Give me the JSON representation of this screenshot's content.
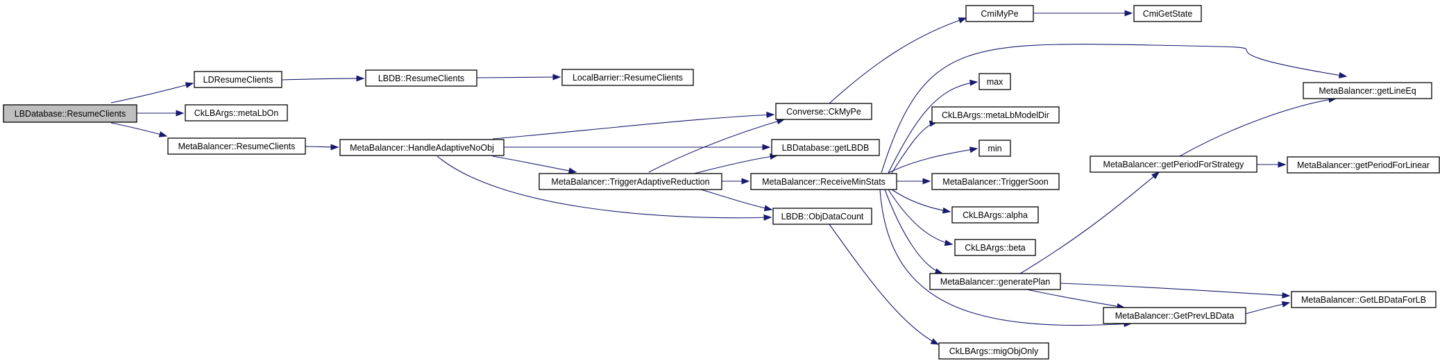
{
  "diagram": {
    "nodes": [
      {
        "id": "root",
        "label": "LBDatabase::ResumeClients",
        "root": true
      },
      {
        "id": "ldresume",
        "label": "LDResumeClients"
      },
      {
        "id": "lbdbresume",
        "label": "LBDB::ResumeClients"
      },
      {
        "id": "localbarrier",
        "label": "LocalBarrier::ResumeClients"
      },
      {
        "id": "metalbon",
        "label": "CkLBArgs::metaLbOn"
      },
      {
        "id": "mbresume",
        "label": "MetaBalancer::ResumeClients"
      },
      {
        "id": "handleadaptive",
        "label": "MetaBalancer::HandleAdaptiveNoObj"
      },
      {
        "id": "triggeradaptive",
        "label": "MetaBalancer::TriggerAdaptiveReduction"
      },
      {
        "id": "ckmype",
        "label": "Converse::CkMyPe"
      },
      {
        "id": "cmimype",
        "label": "CmiMyPe"
      },
      {
        "id": "cmigetstate",
        "label": "CmiGetState"
      },
      {
        "id": "getlbdb",
        "label": "LBDatabase::getLBDB"
      },
      {
        "id": "receiveminstats",
        "label": "MetaBalancer::ReceiveMinStats"
      },
      {
        "id": "objdatacount",
        "label": "LBDB::ObjDataCount"
      },
      {
        "id": "migobjonly",
        "label": "CkLBArgs::migObjOnly"
      },
      {
        "id": "max",
        "label": "max"
      },
      {
        "id": "metalbmodeldir",
        "label": "CkLBArgs::metaLbModelDir"
      },
      {
        "id": "min",
        "label": "min"
      },
      {
        "id": "triggersoon",
        "label": "MetaBalancer::TriggerSoon"
      },
      {
        "id": "alpha",
        "label": "CkLBArgs::alpha"
      },
      {
        "id": "beta",
        "label": "CkLBArgs::beta"
      },
      {
        "id": "generateplan",
        "label": "MetaBalancer::generatePlan"
      },
      {
        "id": "getprevlbdata",
        "label": "MetaBalancer::GetPrevLBData"
      },
      {
        "id": "getlineeq",
        "label": "MetaBalancer::getLineEq"
      },
      {
        "id": "getperiodforstrategy",
        "label": "MetaBalancer::getPeriodForStrategy"
      },
      {
        "id": "getperiodforlinear",
        "label": "MetaBalancer::getPeriodForLinear"
      },
      {
        "id": "getlbdataforlb",
        "label": "MetaBalancer::GetLBDataForLB"
      }
    ],
    "edges": [
      {
        "from": "root",
        "to": "ldresume"
      },
      {
        "from": "root",
        "to": "metalbon"
      },
      {
        "from": "root",
        "to": "mbresume"
      },
      {
        "from": "ldresume",
        "to": "lbdbresume"
      },
      {
        "from": "lbdbresume",
        "to": "localbarrier"
      },
      {
        "from": "mbresume",
        "to": "handleadaptive"
      },
      {
        "from": "handleadaptive",
        "to": "ckmype"
      },
      {
        "from": "handleadaptive",
        "to": "getlbdb"
      },
      {
        "from": "handleadaptive",
        "to": "triggeradaptive"
      },
      {
        "from": "handleadaptive",
        "to": "objdatacount"
      },
      {
        "from": "triggeradaptive",
        "to": "ckmype"
      },
      {
        "from": "triggeradaptive",
        "to": "getlbdb"
      },
      {
        "from": "triggeradaptive",
        "to": "receiveminstats"
      },
      {
        "from": "triggeradaptive",
        "to": "objdatacount"
      },
      {
        "from": "ckmype",
        "to": "cmimype"
      },
      {
        "from": "cmimype",
        "to": "cmigetstate"
      },
      {
        "from": "objdatacount",
        "to": "migobjonly"
      },
      {
        "from": "receiveminstats",
        "to": "getlineeq"
      },
      {
        "from": "receiveminstats",
        "to": "max"
      },
      {
        "from": "receiveminstats",
        "to": "metalbmodeldir"
      },
      {
        "from": "receiveminstats",
        "to": "min"
      },
      {
        "from": "receiveminstats",
        "to": "triggersoon"
      },
      {
        "from": "receiveminstats",
        "to": "alpha"
      },
      {
        "from": "receiveminstats",
        "to": "beta"
      },
      {
        "from": "receiveminstats",
        "to": "generateplan"
      },
      {
        "from": "receiveminstats",
        "to": "getprevlbdata"
      },
      {
        "from": "generateplan",
        "to": "getperiodforstrategy"
      },
      {
        "from": "generateplan",
        "to": "getprevlbdata"
      },
      {
        "from": "generateplan",
        "to": "getlbdataforlb"
      },
      {
        "from": "getperiodforstrategy",
        "to": "getlineeq"
      },
      {
        "from": "getperiodforstrategy",
        "to": "getperiodforlinear"
      },
      {
        "from": "getprevlbdata",
        "to": "getlbdataforlb"
      }
    ]
  }
}
